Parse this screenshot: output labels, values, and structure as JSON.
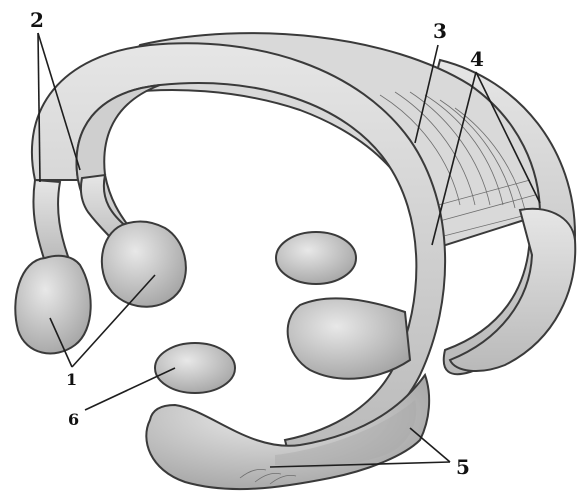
{
  "diagram": {
    "labels": {
      "l1": "1",
      "l2": "2",
      "l3": "3",
      "l4": "4",
      "l5": "5",
      "l6": "6"
    }
  }
}
